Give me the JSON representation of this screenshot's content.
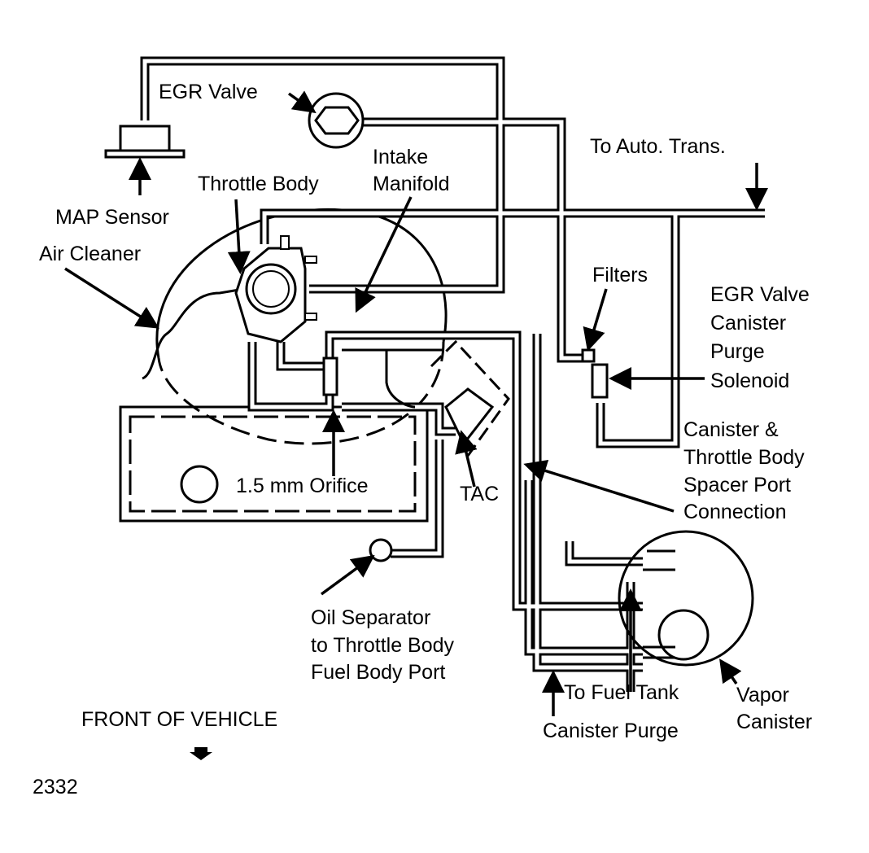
{
  "diagram": {
    "figure_number": "2332",
    "orientation_label": "FRONT OF VEHICLE",
    "orientation_icon": "down-arrow-icon",
    "labels": {
      "egr_valve": "EGR Valve",
      "to_auto_trans": "To Auto. Trans.",
      "intake_manifold": [
        "Intake",
        "Manifold"
      ],
      "throttle_body": "Throttle Body",
      "map_sensor": "MAP Sensor",
      "air_cleaner": "Air Cleaner",
      "filters": "Filters",
      "egr_valve_canister_purge_solenoid": [
        "EGR Valve",
        "Canister",
        "Purge",
        "Solenoid"
      ],
      "canister_throttle_body_spacer_port": [
        "Canister &",
        "Throttle Body",
        "Spacer Port",
        "Connection"
      ],
      "orifice": "1.5 mm Orifice",
      "tac": "TAC",
      "oil_separator": [
        "Oil Separator",
        "to Throttle Body",
        "Fuel Body Port"
      ],
      "to_fuel_tank": "To Fuel Tank",
      "vapor_canister": [
        "Vapor",
        "Canister"
      ],
      "canister_purge": "Canister Purge"
    }
  }
}
